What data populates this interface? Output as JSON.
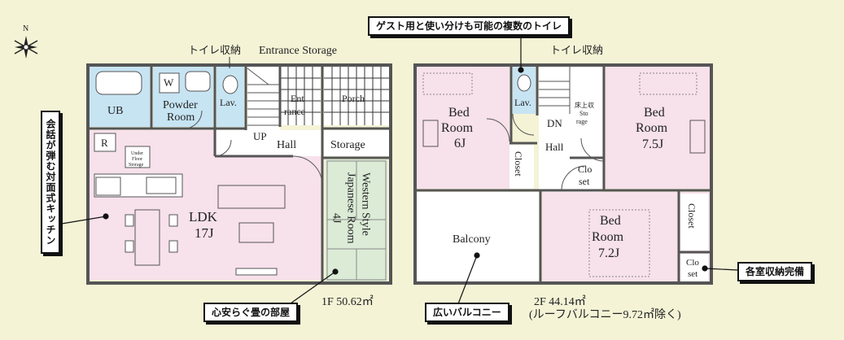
{
  "compass": {
    "north_label": "N"
  },
  "floor1": {
    "rooms": {
      "ub": "UB",
      "washer": "W",
      "powder_line1": "Powder",
      "powder_line2": "Room",
      "lav": "Lav.",
      "entrance_line1": "Ent",
      "entrance_line2": "rance",
      "porch": "Porch",
      "hall": "Hall",
      "storage": "Storage",
      "up": "UP",
      "fridge": "R",
      "under_floor_line1": "Under",
      "under_floor_line2": "Floor",
      "under_floor_line3": "Storage",
      "ldk_line1": "LDK",
      "ldk_line2": "17J",
      "western_line1": "Western Style",
      "western_line2": "Japanese Room",
      "western_line3": "4J"
    },
    "top_labels": {
      "toilet_storage": "トイレ収納",
      "entrance_storage": "Entrance Storage"
    },
    "area_label": "1F 50.62㎡"
  },
  "floor2": {
    "rooms": {
      "bed1_line1": "Bed",
      "bed1_line2": "Room",
      "bed1_line3": "6J",
      "lav": "Lav.",
      "dn": "DN",
      "hall": "Hall",
      "closet": "Closet",
      "store_line1": "床上収",
      "store_line2": "Sto",
      "store_line3": "rage",
      "bed2_line1": "Bed",
      "bed2_line2": "Room",
      "bed2_line3": "7.5J",
      "closet_small_line1": "Clo",
      "closet_small_line2": "set",
      "balcony": "Balcony",
      "bed3_line1": "Bed",
      "bed3_line2": "Room",
      "bed3_line3": "7.2J",
      "closet_right": "Closet",
      "closet_bottom_line1": "Clo",
      "closet_bottom_line2": "set"
    },
    "top_labels": {
      "toilet_storage": "トイレ収納"
    },
    "area_line1": "2F 44.14㎡",
    "area_line2": "(ルーフバルコニー9.72㎡除く)"
  },
  "callouts": {
    "guest_toilet": "ゲスト用と使い分けも可能の複数のトイレ",
    "kitchen": "会話が弾む対面式キッチン",
    "tatami": "心安らぐ畳の部屋",
    "balcony": "広いバルコニー",
    "storage_all": "各室収納完備"
  },
  "colors": {
    "background": "#f4f3d6",
    "wall": "#555555",
    "ldk_fill": "#f7e1ea",
    "bath_fill": "#c7e4f3",
    "tatami_fill": "#dbebd6",
    "bedroom_fill": "#f7e1ea",
    "white_fill": "#ffffff"
  }
}
